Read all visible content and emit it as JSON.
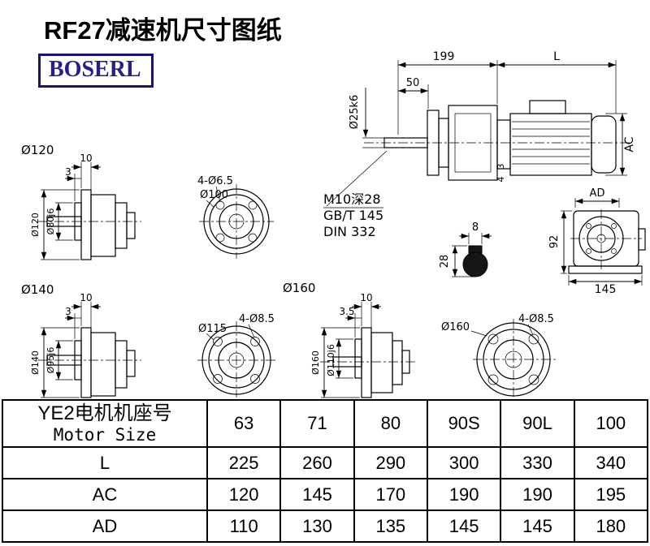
{
  "header": {
    "title": "RF27减速机尺寸图纸",
    "logo": "BOSERL",
    "logo_color": "#241f8b"
  },
  "main_view": {
    "dim_199": "199",
    "dim_L": "L",
    "dim_50": "50",
    "dim_shaft_dia": "Ø25k6",
    "dim_AC": "AC",
    "dim_3": "3",
    "dim_4": "4",
    "note_tap": "M10深28",
    "note_gb": "GB/T 145",
    "note_din": "DIN 332"
  },
  "side_view": {
    "dim_AD": "AD",
    "dim_92": "92",
    "dim_145": "145"
  },
  "key_section": {
    "dim_8": "8",
    "dim_28": "28"
  },
  "view_120": {
    "label": "Ø120",
    "dim_10": "10",
    "dim_3": "3",
    "dim_flange": "Ø120",
    "dim_spigot": "Ø80j6"
  },
  "flange_100": {
    "holes": "4-Ø6.5",
    "dia": "Ø100"
  },
  "view_140": {
    "label": "Ø140",
    "dim_10": "10",
    "dim_3": "3",
    "dim_flange": "Ø140",
    "dim_spigot": "Ø95j6"
  },
  "flange_115": {
    "holes": "4-Ø8.5",
    "dia": "Ø115"
  },
  "view_160": {
    "label": "Ø160",
    "dim_10": "10",
    "dim_3_5": "3.5",
    "dim_flange": "Ø160",
    "dim_spigot": "Ø110j6"
  },
  "flange_160": {
    "holes": "4-Ø8.5",
    "dia": "Ø160"
  },
  "table": {
    "motor_header_cn": "YE2电机机座号",
    "motor_header_en": "Motor Size",
    "sizes": [
      "63",
      "71",
      "80",
      "90S",
      "90L",
      "100"
    ],
    "rows": [
      {
        "label": "L",
        "values": [
          "225",
          "260",
          "290",
          "300",
          "330",
          "340"
        ]
      },
      {
        "label": "AC",
        "values": [
          "120",
          "145",
          "170",
          "190",
          "190",
          "195"
        ]
      },
      {
        "label": "AD",
        "values": [
          "110",
          "130",
          "135",
          "145",
          "145",
          "180"
        ]
      }
    ]
  }
}
